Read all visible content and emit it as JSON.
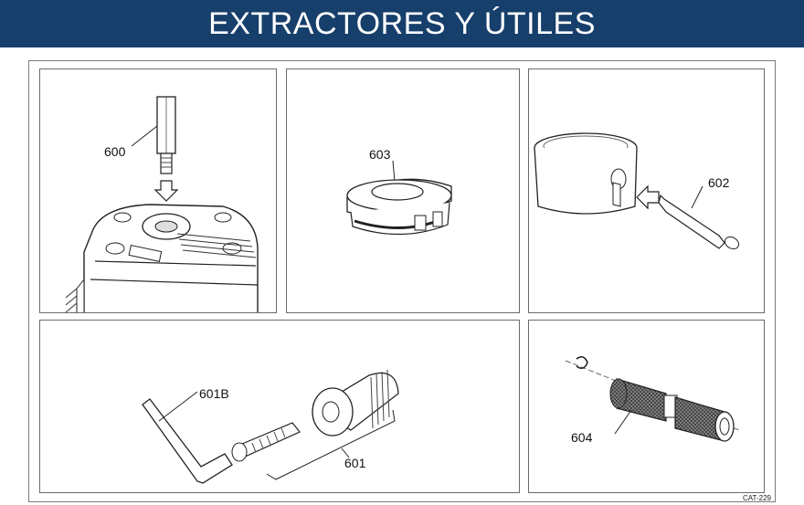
{
  "header": {
    "title": "EXTRACTORES Y ÚTILES"
  },
  "panels": {
    "p600": {
      "label": "600"
    },
    "p603": {
      "label": "603"
    },
    "p602": {
      "label": "602"
    },
    "p601": {
      "label_key": "601B",
      "label_set": "601"
    },
    "p604": {
      "label": "604"
    }
  },
  "footer": {
    "code": "CAT-229"
  }
}
